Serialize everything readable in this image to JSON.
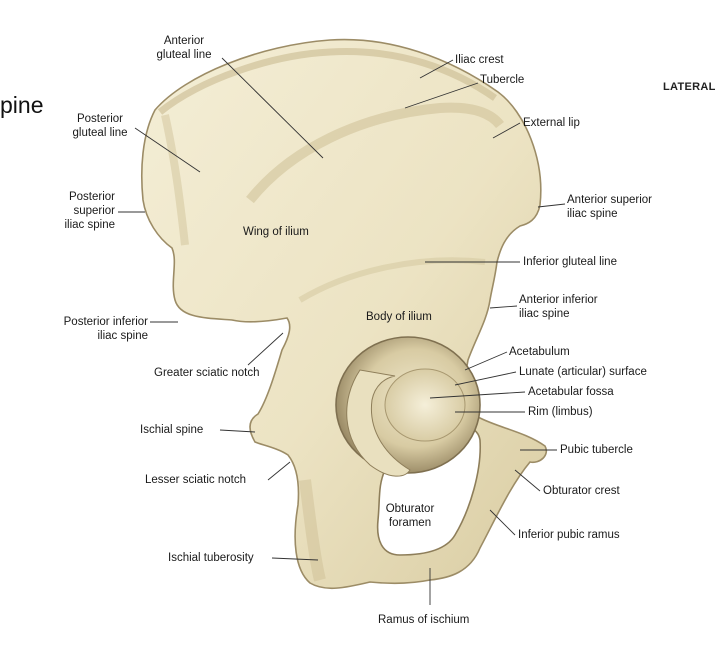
{
  "fragment_text": "pine",
  "side_label": "LATERAL",
  "labels": {
    "anterior_gluteal_line": "Anterior\ngluteal line",
    "iliac_crest": "Iliac crest",
    "tubercle": "Tubercle",
    "posterior_gluteal_line": "Posterior\ngluteal line",
    "external_lip": "External lip",
    "posterior_superior_iliac_spine": "Posterior\nsuperior\niliac spine",
    "anterior_superior_iliac_spine": "Anterior superior\niliac spine",
    "wing_of_ilium": "Wing of ilium",
    "inferior_gluteal_line": "Inferior gluteal line",
    "anterior_inferior_iliac_spine": "Anterior inferior\niliac spine",
    "posterior_inferior_iliac_spine": "Posterior inferior\niliac spine",
    "body_of_ilium": "Body of ilium",
    "acetabulum": "Acetabulum",
    "greater_sciatic_notch": "Greater sciatic notch",
    "lunate_surface": "Lunate (articular) surface",
    "acetabular_fossa": "Acetabular fossa",
    "rim_limbus": "Rim (limbus)",
    "ischial_spine": "Ischial spine",
    "pubic_tubercle": "Pubic tubercle",
    "lesser_sciatic_notch": "Lesser sciatic notch",
    "obturator_crest": "Obturator crest",
    "obturator_foramen": "Obturator\nforamen",
    "inferior_pubic_ramus": "Inferior pubic ramus",
    "ischial_tuberosity": "Ischial tuberosity",
    "ramus_of_ischium": "Ramus of ischium"
  },
  "colors": {
    "bone_light": "#f3edd2",
    "bone_mid": "#e6dcb6",
    "bone_shadow": "#c4b48c",
    "bone_dark": "#9c8c66",
    "leader": "#333333"
  }
}
